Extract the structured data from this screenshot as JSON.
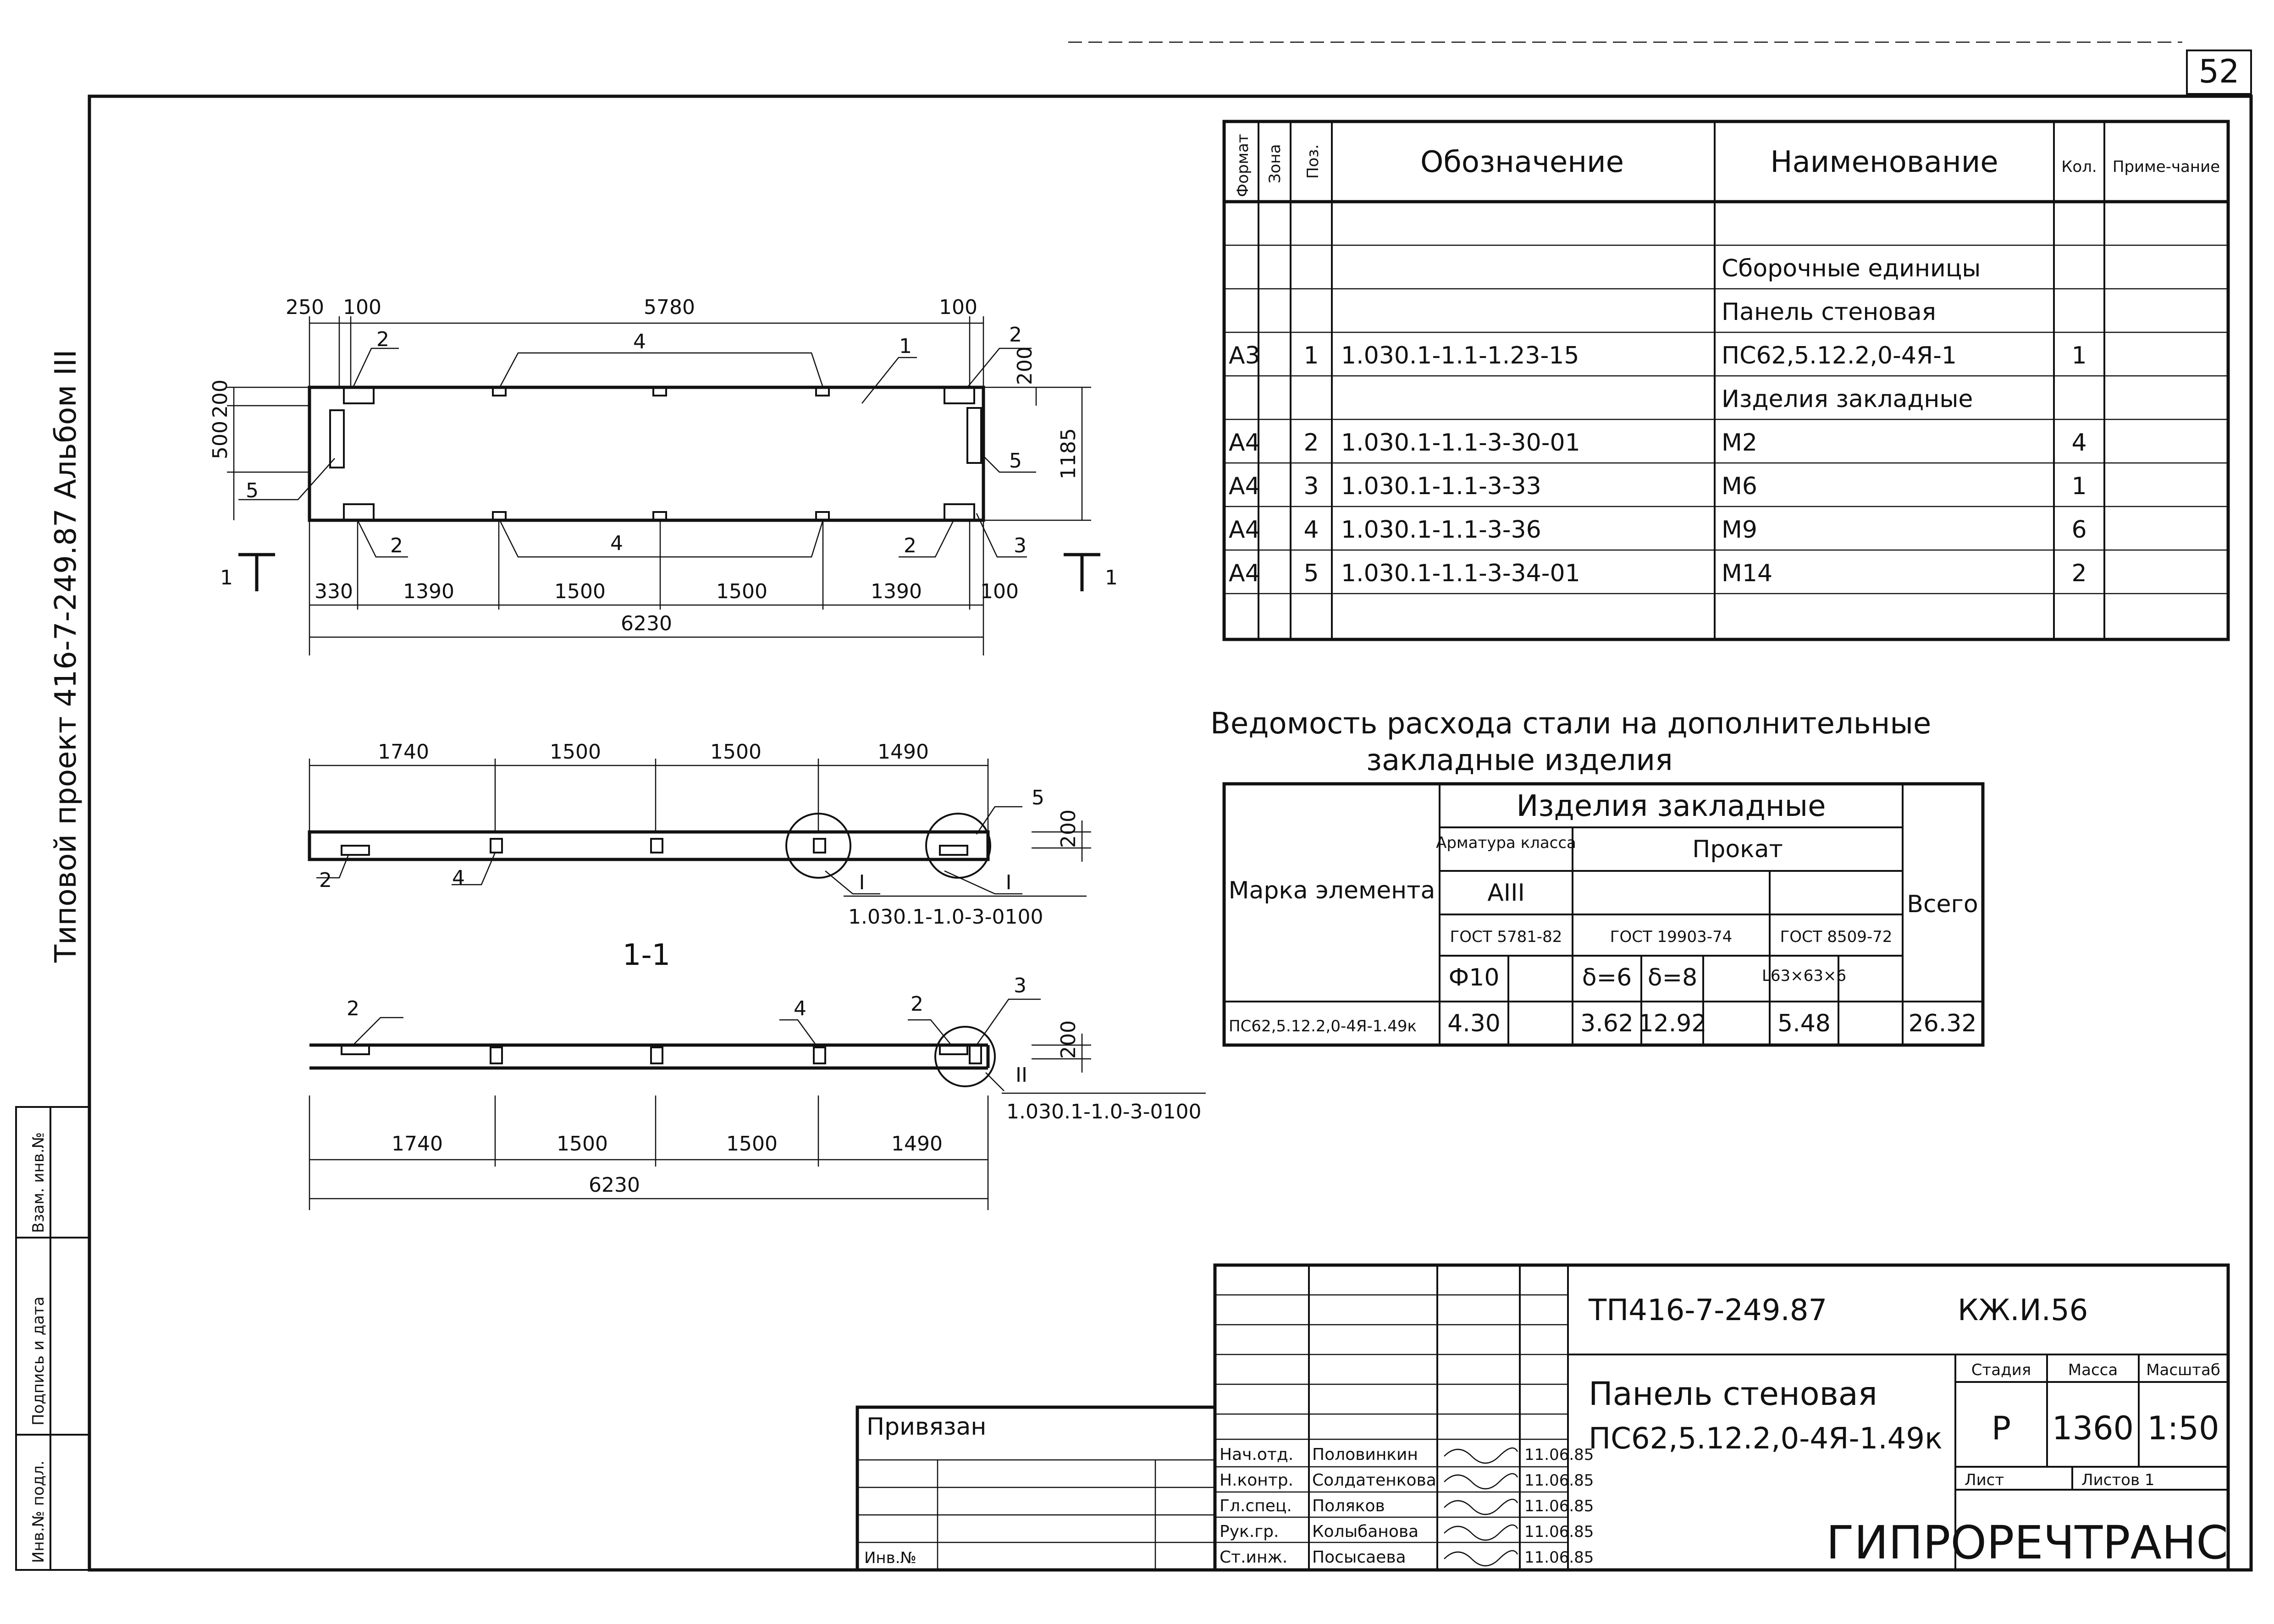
{
  "sheet_number": "52",
  "left_margin": {
    "album_text": "Типовой проект 416-7-249.87 Альбом III",
    "box_labels": [
      "Инв.№ подл.",
      "Подпись и дата",
      "Взам. инв.№"
    ]
  },
  "plan": {
    "dims_top": [
      "250",
      "100",
      "5780",
      "100"
    ],
    "dims_left": [
      "200",
      "500"
    ],
    "dim_right_small": "200",
    "dim_right": "1185",
    "dims_bottom": [
      "330",
      "1390",
      "1500",
      "1500",
      "1390",
      "100"
    ],
    "dim_total": "6230",
    "callouts": [
      "2",
      "4",
      "1",
      "2",
      "5",
      "5",
      "2",
      "4",
      "2",
      "3"
    ],
    "section_mark": "1"
  },
  "elevation_top": {
    "dims": [
      "1740",
      "1500",
      "1500",
      "1490"
    ],
    "dim_right": "200",
    "callouts": [
      "2",
      "4",
      "5",
      "I"
    ],
    "node_ref_1": "1.030.1-1.0-3-0100",
    "node_mark_1": "I",
    "node_mark_1b": "I"
  },
  "section": {
    "title": "1-1",
    "callouts": [
      "2",
      "4",
      "2",
      "3"
    ],
    "dim_right": "200",
    "node_mark": "II",
    "node_ref": "1.030.1-1.0-3-0100",
    "dims": [
      "1740",
      "1500",
      "1500",
      "1490"
    ],
    "dim_total": "6230"
  },
  "spec": {
    "headers": [
      "Формат",
      "Зона",
      "Поз.",
      "Обозначение",
      "Наименование",
      "Кол.",
      "Приме-чание"
    ],
    "rows": [
      {
        "fmt": "",
        "zone": "",
        "pos": "",
        "code": "",
        "name": "",
        "qty": "",
        "note": ""
      },
      {
        "fmt": "",
        "zone": "",
        "pos": "",
        "code": "",
        "name": "Сборочные единицы",
        "qty": "",
        "note": ""
      },
      {
        "fmt": "",
        "zone": "",
        "pos": "",
        "code": "",
        "name": "Панель стеновая",
        "qty": "",
        "note": ""
      },
      {
        "fmt": "А3",
        "zone": "",
        "pos": "1",
        "code": "1.030.1-1.1-1.23-15",
        "name": "ПС62,5.12.2,0-4Я-1",
        "qty": "1",
        "note": ""
      },
      {
        "fmt": "",
        "zone": "",
        "pos": "",
        "code": "",
        "name": "Изделия закладные",
        "qty": "",
        "note": ""
      },
      {
        "fmt": "А4",
        "zone": "",
        "pos": "2",
        "code": "1.030.1-1.1-3-30-01",
        "name": "М2",
        "qty": "4",
        "note": ""
      },
      {
        "fmt": "А4",
        "zone": "",
        "pos": "3",
        "code": "1.030.1-1.1-3-33",
        "name": "М6",
        "qty": "1",
        "note": ""
      },
      {
        "fmt": "А4",
        "zone": "",
        "pos": "4",
        "code": "1.030.1-1.1-3-36",
        "name": "М9",
        "qty": "6",
        "note": ""
      },
      {
        "fmt": "А4",
        "zone": "",
        "pos": "5",
        "code": "1.030.1-1.1-3-34-01",
        "name": "М14",
        "qty": "2",
        "note": ""
      },
      {
        "fmt": "",
        "zone": "",
        "pos": "",
        "code": "",
        "name": "",
        "qty": "",
        "note": ""
      }
    ]
  },
  "steel": {
    "title_line1": "Ведомость расхода стали на дополнительные",
    "title_line2": "закладные изделия",
    "col_mark": "Марка элемента",
    "group": "Изделия закладные",
    "rebar": "Арматура класса",
    "rolled": "Прокат",
    "class": "АIII",
    "total": "Всего",
    "gost1": "ГОСТ 5781-82",
    "gost2": "ГОСТ 19903-74",
    "gost3": "ГОСТ 8509-72",
    "d10": "Ф10",
    "t6": "δ=6",
    "t8": "δ=8",
    "angle": "L63×63×6",
    "row_mark": "ПС62,5.12.2,0-4Я-1.49к",
    "v1": "4.30",
    "v2": "3.62",
    "v3": "12.92",
    "v4": "5.48",
    "v_total": "26.32"
  },
  "title_block": {
    "code": "ТП416-7-249.87",
    "sheet_code": "КЖ.И.56",
    "name_line1": "Панель стеновая",
    "name_line2": "ПС62,5.12.2,0-4Я-1.49к",
    "stage_label": "Стадия",
    "mass_label": "Масса",
    "scale_label": "Масштаб",
    "stage": "Р",
    "mass": "1360",
    "scale": "1:50",
    "sheet_label": "Лист",
    "sheets_label": "Листов 1",
    "org": "ГИПРОРЕЧТРАНС",
    "roles": [
      "Нач.отд.",
      "Н.контр.",
      "Гл.спец.",
      "Рук.гр.",
      "Ст.инж."
    ],
    "names": [
      "Половинкин",
      "Солдатенкова",
      "Поляков",
      "Колыбанова",
      "Посысаева"
    ],
    "dates": [
      "11.06.85",
      "11.06.85",
      "11.06.85",
      "11.06.85",
      "11.06.85"
    ],
    "privyazan": "Привязан",
    "inv": "Инв.№"
  }
}
